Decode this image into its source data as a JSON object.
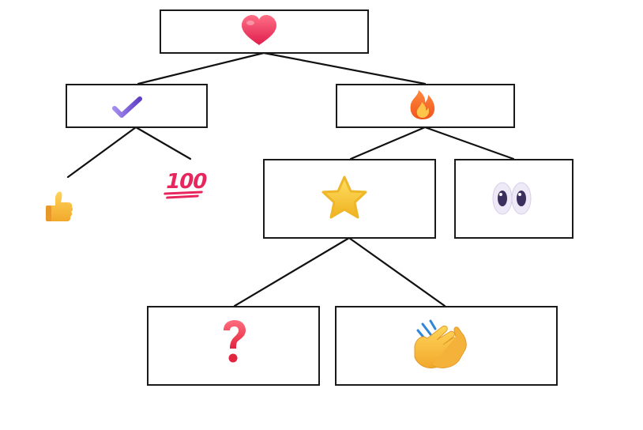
{
  "diagram": {
    "type": "tree",
    "nodes": [
      {
        "id": "heart",
        "icon": "heart-icon",
        "boxed": true,
        "children": [
          "check",
          "fire"
        ]
      },
      {
        "id": "check",
        "icon": "checkmark-icon",
        "boxed": true,
        "children": [
          "thumbs_up",
          "hundred"
        ]
      },
      {
        "id": "fire",
        "icon": "fire-icon",
        "boxed": true,
        "children": [
          "star",
          "eyes"
        ]
      },
      {
        "id": "thumbs_up",
        "icon": "thumbs-up-icon",
        "boxed": false,
        "children": []
      },
      {
        "id": "hundred",
        "icon": "hundred-points-icon",
        "boxed": false,
        "text": "100",
        "children": []
      },
      {
        "id": "star",
        "icon": "star-icon",
        "boxed": true,
        "children": [
          "question",
          "clap"
        ]
      },
      {
        "id": "eyes",
        "icon": "eyes-icon",
        "boxed": true,
        "children": []
      },
      {
        "id": "question",
        "icon": "question-mark-icon",
        "boxed": true,
        "children": []
      },
      {
        "id": "clap",
        "icon": "clapping-hands-icon",
        "boxed": true,
        "children": []
      }
    ],
    "colors": {
      "heart": "#f0365a",
      "check": "#7c5cd6",
      "fire_outer": "#f26b1d",
      "fire_inner": "#ffb13b",
      "star": "#f7c531",
      "hundred": "#e8265e",
      "question": "#f0344f",
      "clap": "#f7b93a",
      "thumbs_up": "#f5b53a",
      "eyes_pupil": "#3b2f5e"
    }
  }
}
